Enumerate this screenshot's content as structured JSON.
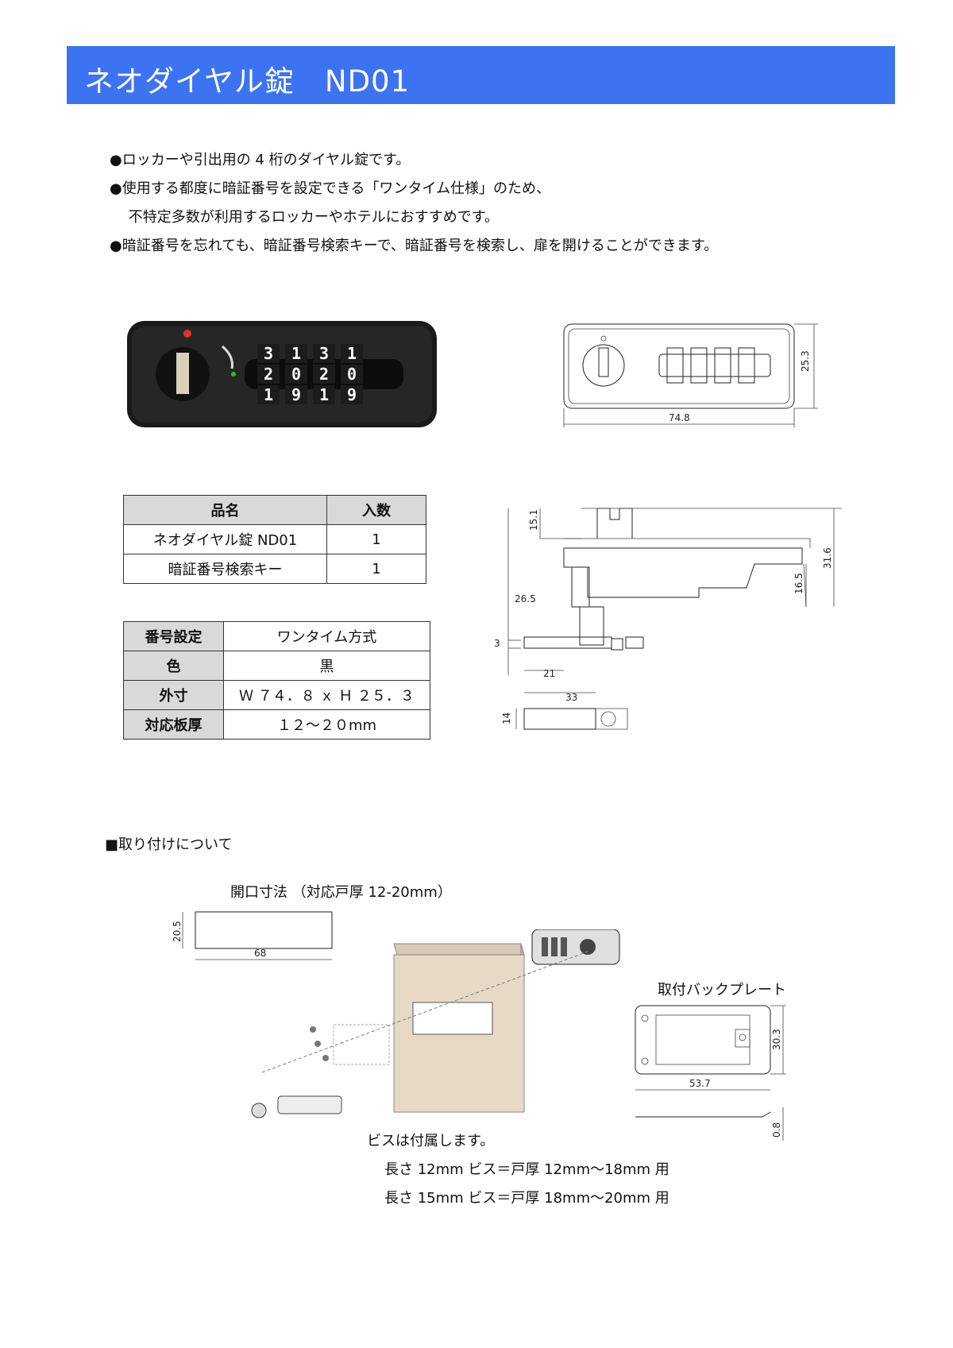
{
  "header": {
    "title": "ネオダイヤル錠　ND01"
  },
  "bullets": [
    "●ロッカーや引出用の 4 桁のダイヤル錠です。",
    "●使用する都度に暗証番号を設定できる「ワンタイム仕様」のため、",
    "　 不特定多数が利用するロッカーやホテルにおすすめです。",
    "●暗証番号を忘れても、暗証番号検索キーで、暗証番号を検索し、扉を開けることができます。"
  ],
  "photo": {
    "dial_rows": [
      [
        "3",
        "1",
        "3",
        "1"
      ],
      [
        "2",
        "0",
        "2",
        "0"
      ],
      [
        "1",
        "9",
        "1",
        "9"
      ]
    ]
  },
  "front_drawing": {
    "width_label": "74.8",
    "height_label": "25.3"
  },
  "side_drawing": {
    "labels": [
      "15.1",
      "31.6",
      "16.5",
      "26.5",
      "3",
      "21",
      "33",
      "14"
    ]
  },
  "contents_table": {
    "headers": [
      "品名",
      "入数"
    ],
    "rows": [
      [
        "ネオダイヤル錠 ND01",
        "1"
      ],
      [
        "暗証番号検索キー",
        "1"
      ]
    ]
  },
  "spec_table": {
    "rows": [
      [
        "番号設定",
        "ワンタイム方式"
      ],
      [
        "色",
        "黒"
      ],
      [
        "外寸",
        "Ｗ ７４．８ ｘ Ｈ ２５．３"
      ],
      [
        "対応板厚",
        "１２～２０mm"
      ]
    ]
  },
  "install": {
    "heading": "■取り付けについて",
    "cutout_title": "開口寸法 （対応戸厚 12-20mm）",
    "cutout_height": "20.5",
    "cutout_width": "68",
    "backplate_title": "取付バックプレート",
    "backplate_height": "30.3",
    "backplate_width": "53.7",
    "backplate_thickness": "0.8",
    "screw_note": "ビスは付属します。",
    "screw_lines": [
      "長さ 12mm ビス＝戸厚 12mm～18mm 用",
      "長さ 15mm ビス＝戸厚 18mm～20mm 用"
    ]
  }
}
